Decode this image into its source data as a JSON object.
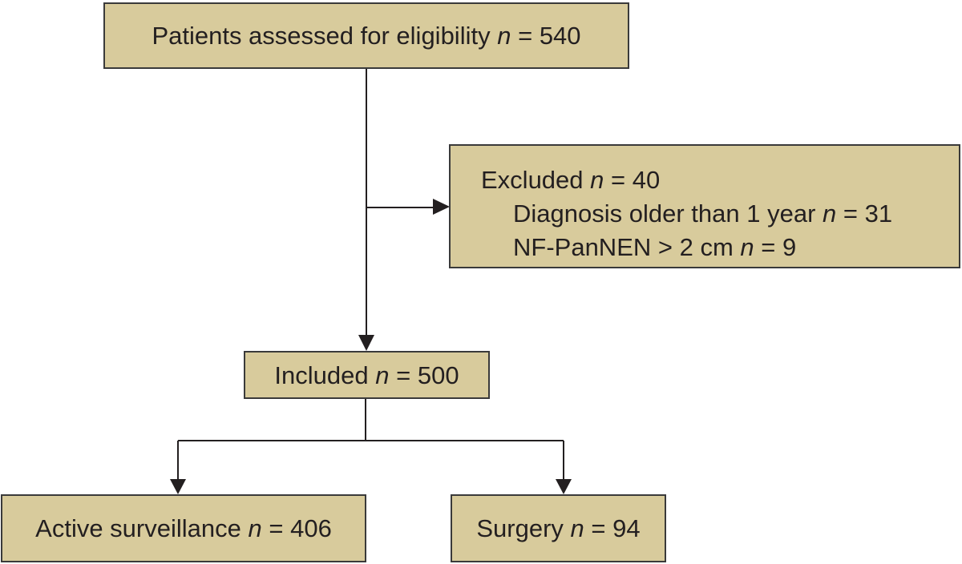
{
  "assessed": {
    "label": "Patients assessed for eligibility",
    "n_symbol": "n",
    "eq": " = ",
    "value": "540"
  },
  "excluded": {
    "label": "Excluded",
    "n_symbol": "n",
    "eq": " = ",
    "value": "40",
    "reasons": [
      {
        "label": "Diagnosis older than 1 year",
        "n_symbol": "n",
        "eq": " = ",
        "value": "31"
      },
      {
        "label": "NF-PanNEN > 2 cm",
        "n_symbol": "n",
        "eq": " = ",
        "value": "9"
      }
    ]
  },
  "included": {
    "label": "Included",
    "n_symbol": "n",
    "eq": " = ",
    "value": "500"
  },
  "surveillance": {
    "label": "Active surveillance",
    "n_symbol": "n",
    "eq": " = ",
    "value": "406"
  },
  "surgery": {
    "label": "Surgery",
    "n_symbol": "n",
    "eq": " = ",
    "value": "94"
  },
  "colors": {
    "box_fill": "#d8cb9c",
    "box_border": "#3a3a3a",
    "line": "#231f20",
    "text": "#231f20"
  }
}
